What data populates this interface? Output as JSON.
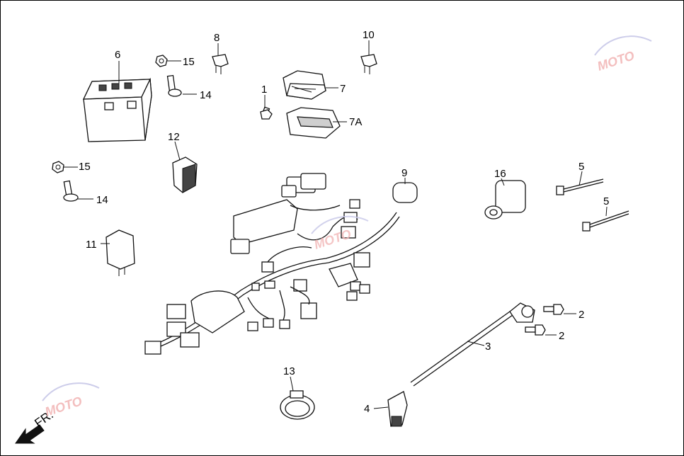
{
  "diagram": {
    "callouts": {
      "c1": "1",
      "c2a": "2",
      "c2b": "2",
      "c3": "3",
      "c4": "4",
      "c5a": "5",
      "c5b": "5",
      "c6": "6",
      "c7": "7",
      "c7a": "7A",
      "c8": "8",
      "c9": "9",
      "c10": "10",
      "c11": "11",
      "c12": "12",
      "c13": "13",
      "c14a": "14",
      "c14b": "14",
      "c15a": "15",
      "c15b": "15",
      "c16": "16"
    },
    "front_label": "FR.",
    "watermark_text": "MOTO",
    "colors": {
      "lines": "#111111",
      "watermark": "#f2b7b7",
      "background": "#ffffff"
    }
  }
}
